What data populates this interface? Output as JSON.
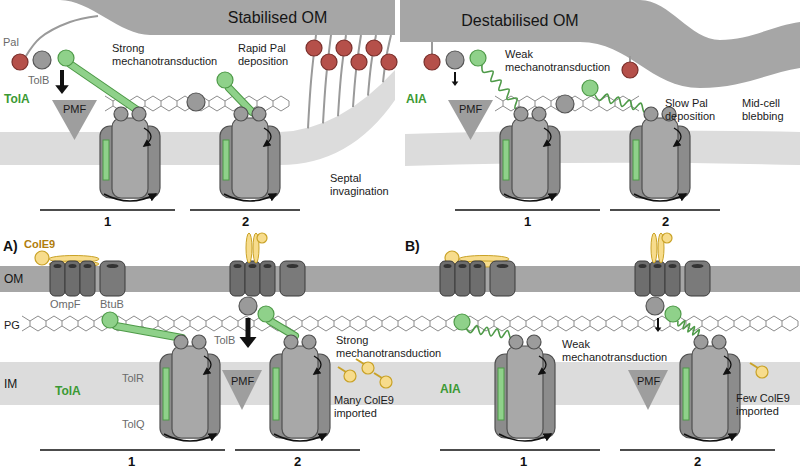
{
  "diagram": {
    "nodes": [
      {
        "text": [
          "Stabilised OM"
        ]
      },
      {
        "text": [
          "Destabilised OM"
        ]
      },
      {
        "text": [
          "OM"
        ]
      },
      {
        "text": [
          "IM"
        ]
      }
    ],
    "labels": [
      "Pal",
      "TolB",
      "Strong mechanotransduction",
      "Rapid Pal deposition",
      "TolA",
      "PMF",
      "Septal invagination",
      "1",
      "2",
      "Weak mechanotransduction",
      "Slow Pal deposition",
      "Mid-cell blebbing",
      "AIA",
      "PMF",
      "1",
      "2",
      "A)",
      "ColE9",
      "OmpF",
      "BtuB",
      "PG",
      "TolB",
      "Strong mechanotransduction",
      "Many ColE9 imported",
      "TolA",
      "TolR",
      "TolQ",
      "PMF",
      "1",
      "2",
      "B)",
      "Weak mechanotransduction",
      "AIA",
      "Few ColE9 imported",
      "PMF",
      "1",
      "2"
    ]
  }
}
